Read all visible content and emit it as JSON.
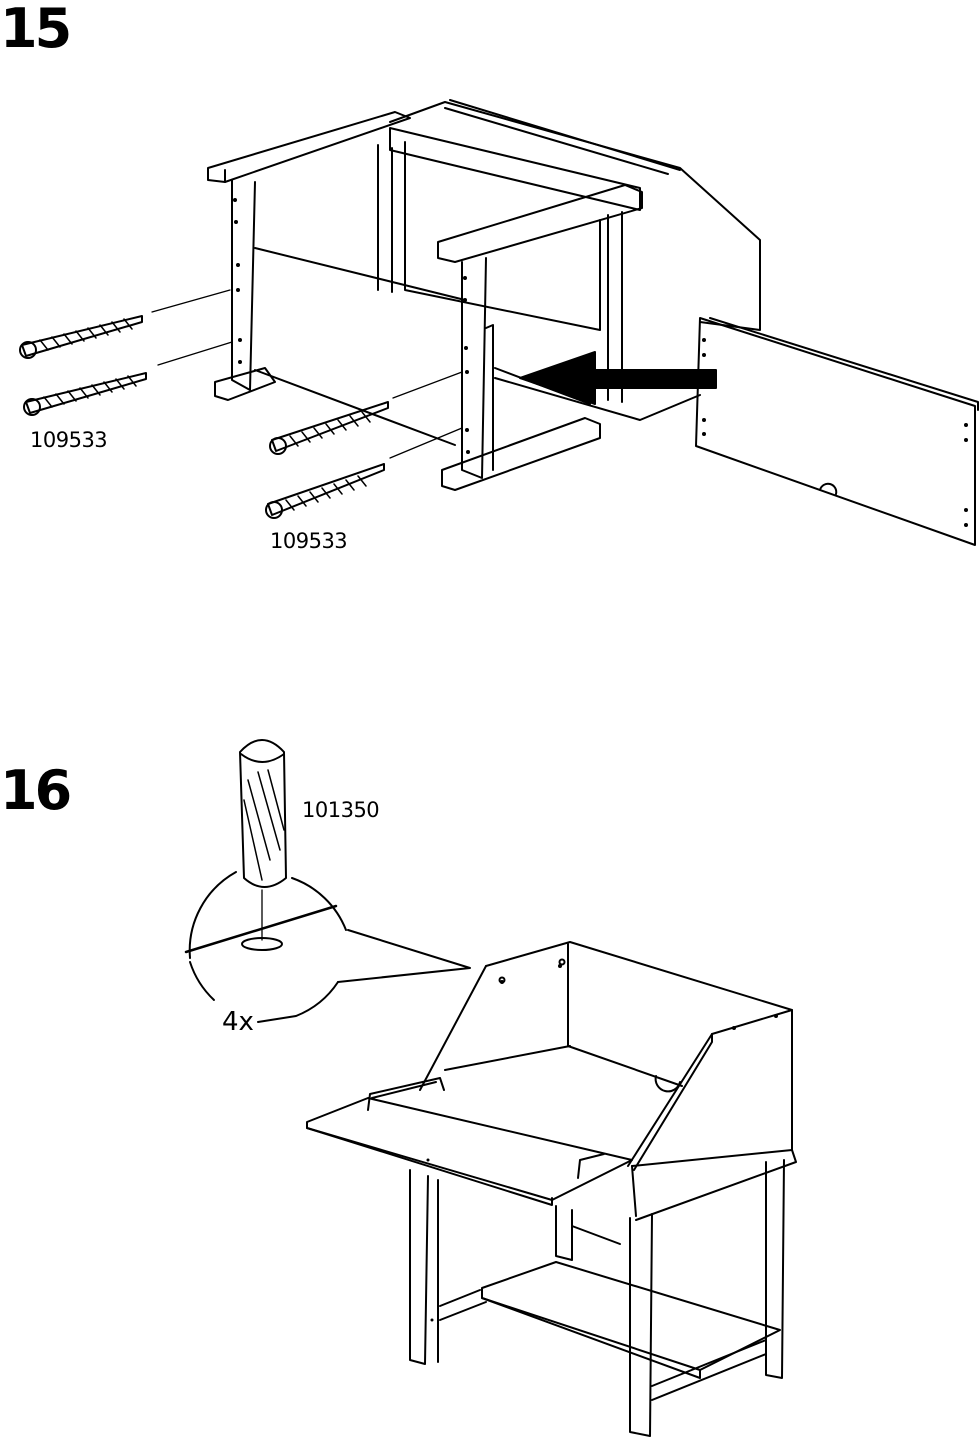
{
  "step15": {
    "number": "15",
    "screw_label_left": "109533",
    "screw_label_bottom": "109533"
  },
  "step16": {
    "number": "16",
    "dowel_label": "101350",
    "quantity": "4x"
  }
}
